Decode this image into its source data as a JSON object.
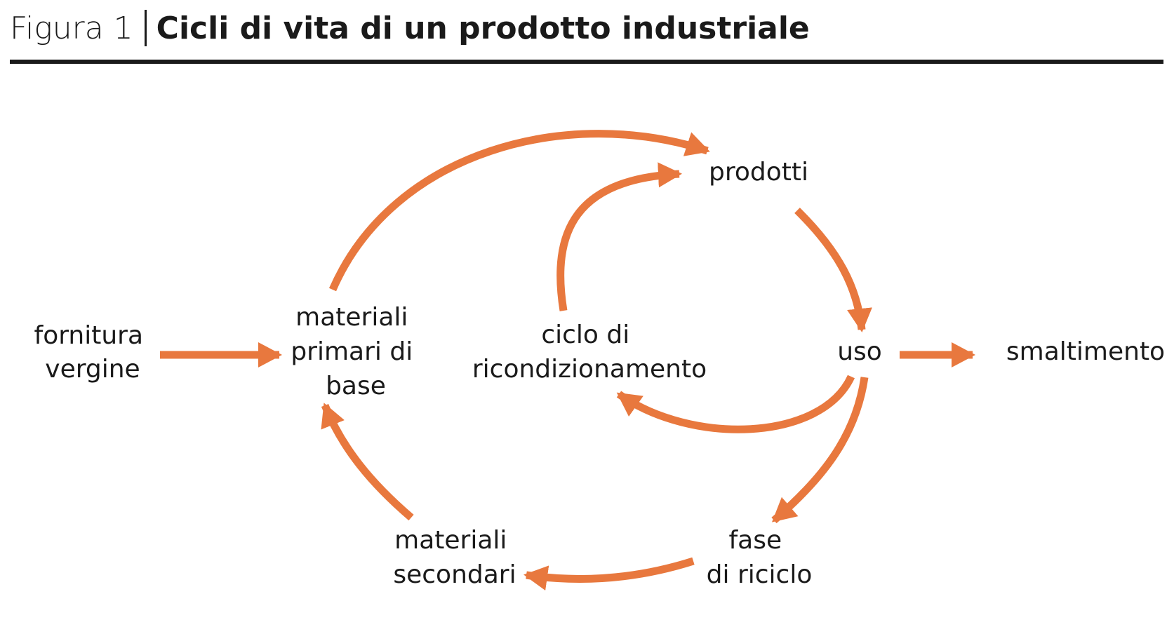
{
  "figure": {
    "label": "Figura 1",
    "title": "Cicli di vita di un prodotto industriale"
  },
  "colors": {
    "arrow": "#e8783e",
    "text": "#1a1a1a",
    "rule": "#1a1a1a"
  },
  "nodes": {
    "fornitura_vergine": [
      "fornitura",
      "vergine"
    ],
    "materiali_primari": [
      "materiali",
      "primari di",
      "base"
    ],
    "ciclo_ricondizionamento": [
      "ciclo di",
      "ricondizionamento"
    ],
    "prodotti": [
      "prodotti"
    ],
    "uso": [
      "uso"
    ],
    "smaltimento": [
      "smaltimento"
    ],
    "fase_riciclo": [
      "fase",
      "di riciclo"
    ],
    "materiali_secondari": [
      "materiali",
      "secondari"
    ]
  }
}
